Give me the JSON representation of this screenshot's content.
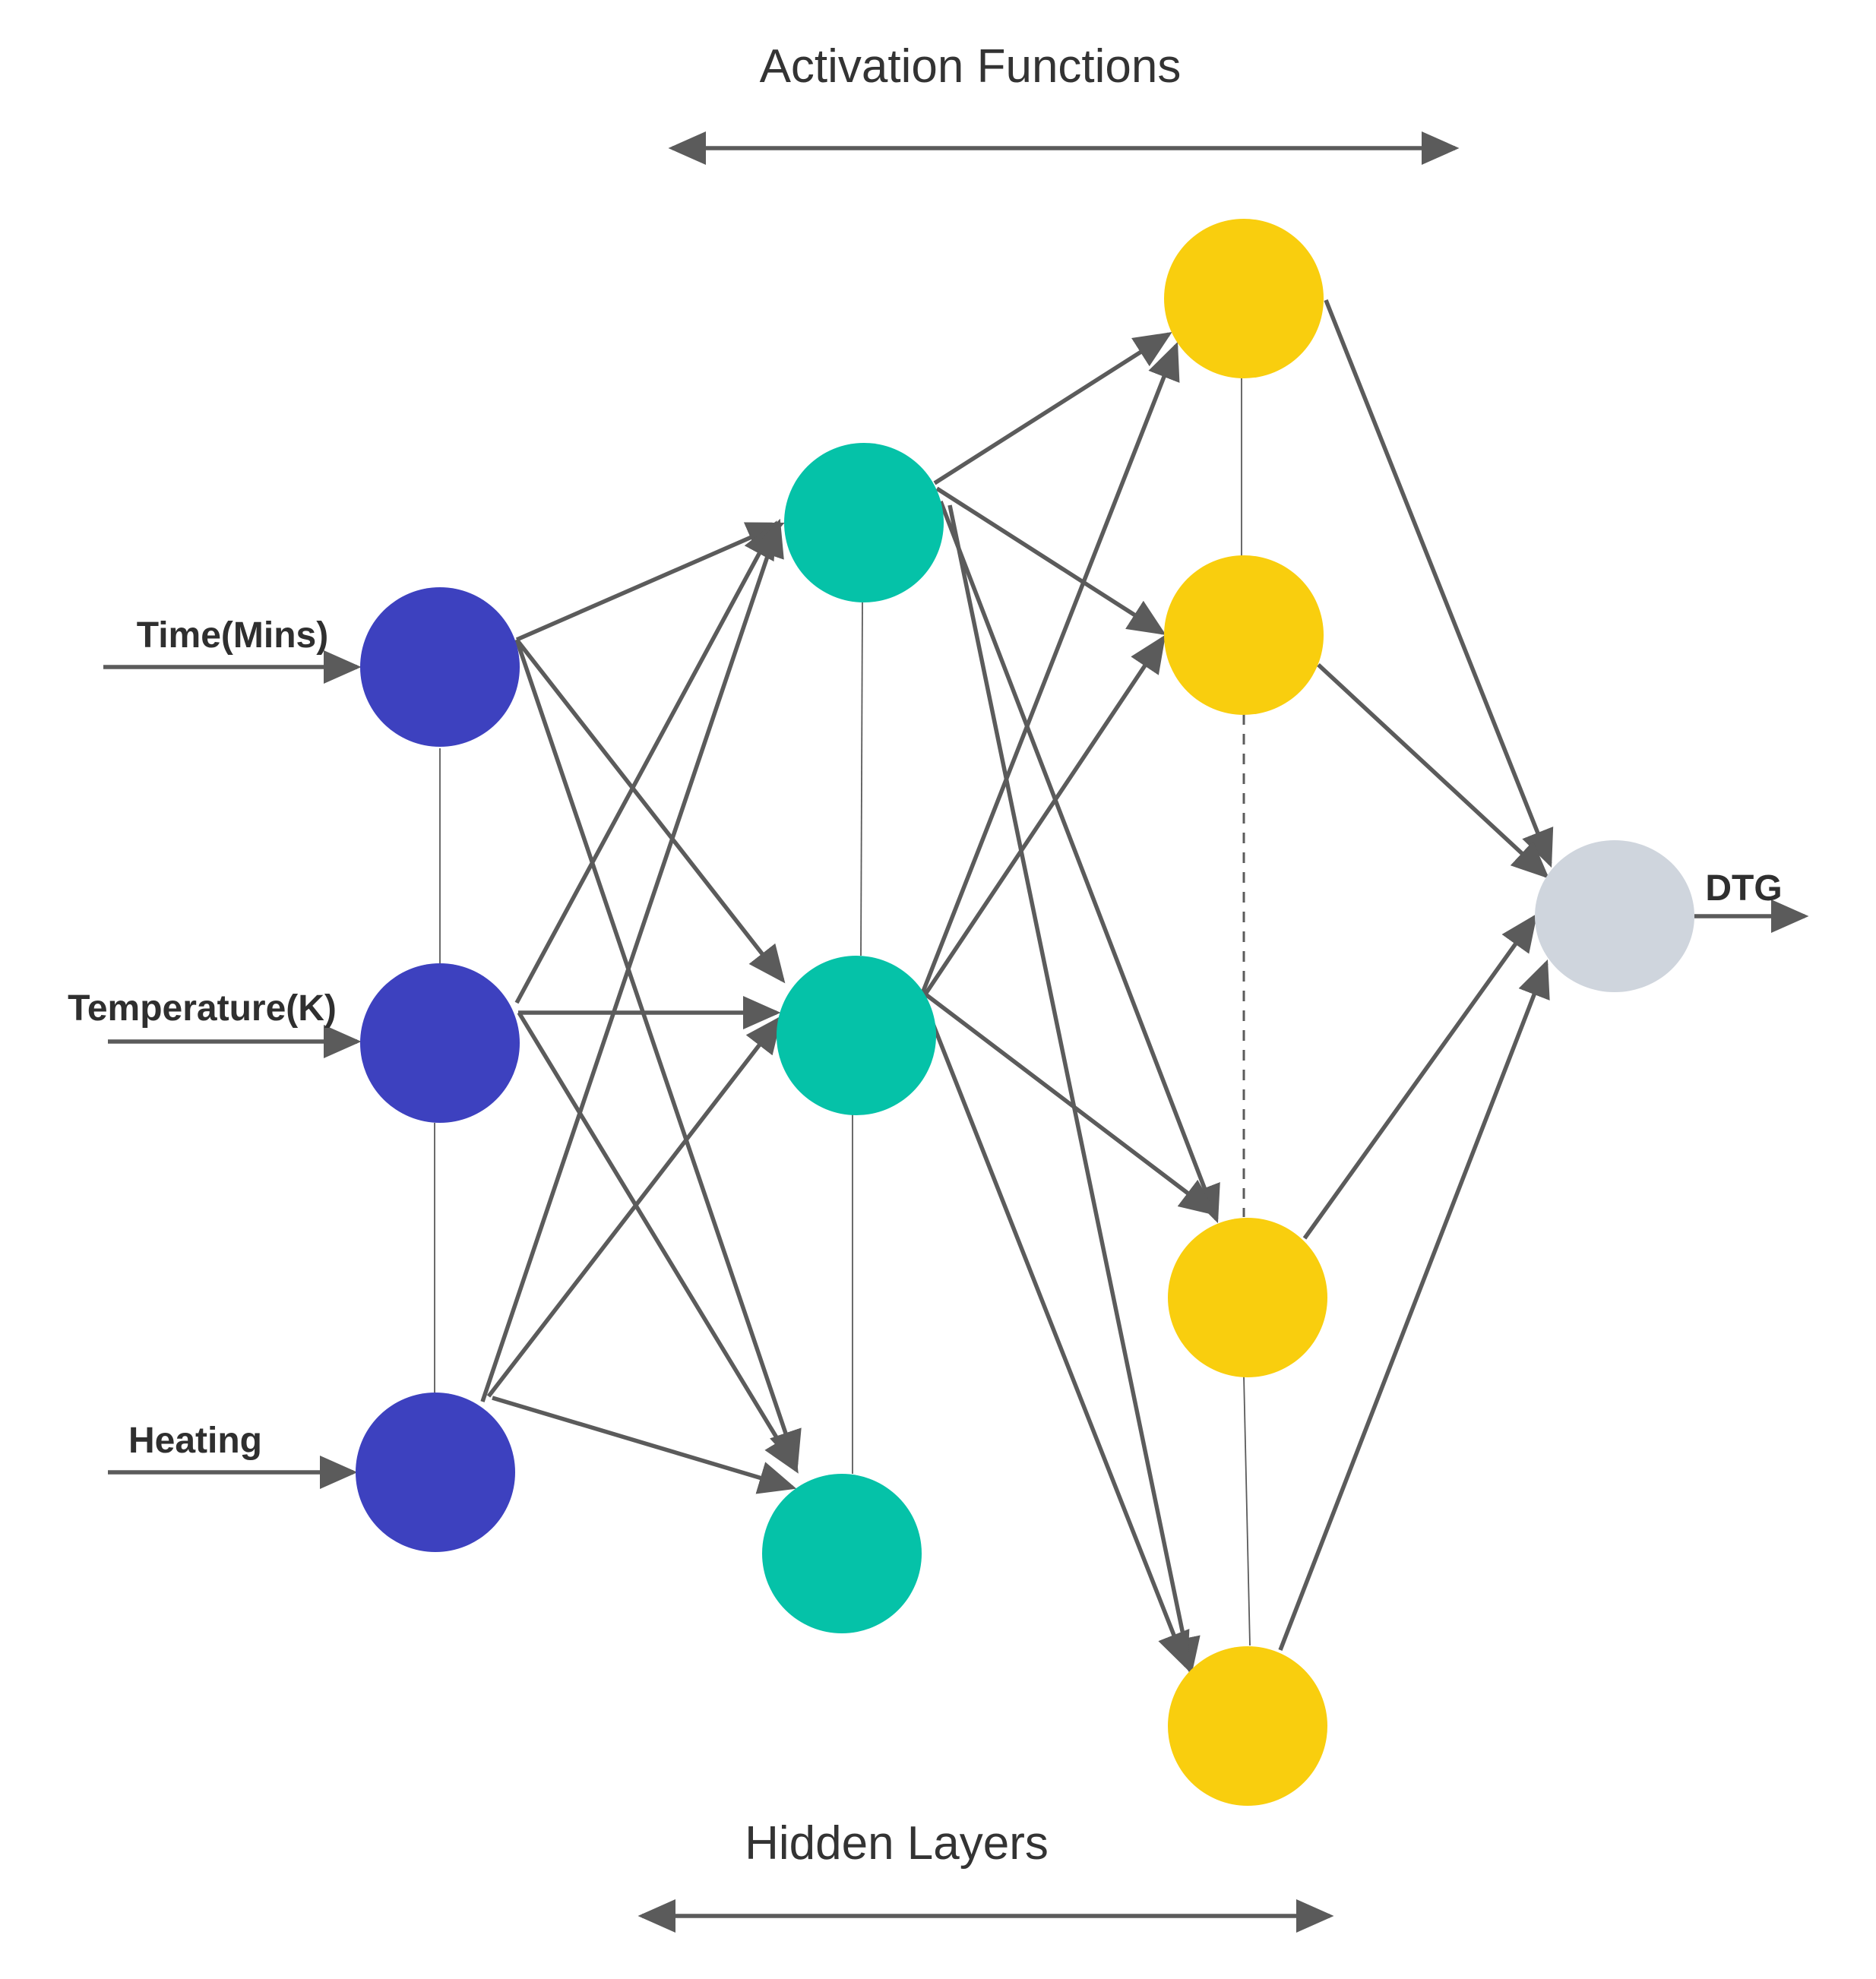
{
  "title_top": "Activation Functions",
  "title_bottom": "Hidden Layers",
  "inputs": [
    {
      "label": "Time(Mins)"
    },
    {
      "label": "Temperature(K)"
    },
    {
      "label": "Heating"
    }
  ],
  "output": {
    "label": "DTG"
  },
  "colors": {
    "input_node": "#3d41bf",
    "hidden1_node": "#05c2a8",
    "hidden2_node": "#f9ce0e",
    "output_node": "#cfd5dd",
    "edge": "#5b5b5b"
  }
}
